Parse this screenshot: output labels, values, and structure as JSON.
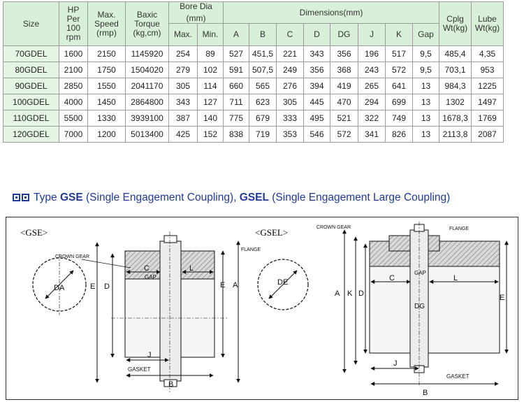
{
  "table": {
    "headers": {
      "size": "Size",
      "hp_lines": [
        "HP",
        "Per",
        "100",
        "rpm"
      ],
      "speed_lines": [
        "Max.",
        "Speed",
        "(rmp)"
      ],
      "torque_lines": [
        "Baxic",
        "Torque",
        "(kg,cm)"
      ],
      "bore_lines": [
        "Bore Dia",
        "(mm)"
      ],
      "dimensions": "Dimensions(mm)",
      "cplg_lines": [
        "Cplg",
        "Wt(kg)"
      ],
      "lube_lines": [
        "Lube",
        "Wt(kg)"
      ],
      "sub": [
        "Max.",
        "Min.",
        "A",
        "B",
        "C",
        "D",
        "DG",
        "J",
        "K",
        "Gap"
      ]
    },
    "rows": [
      [
        "70GDEL",
        "1600",
        "2150",
        "1145920",
        "254",
        "89",
        "527",
        "451,5",
        "221",
        "343",
        "356",
        "196",
        "517",
        "9,5",
        "485,4",
        "4,35"
      ],
      [
        "80GDEL",
        "2100",
        "1750",
        "1504020",
        "279",
        "102",
        "591",
        "507,5",
        "249",
        "356",
        "368",
        "243",
        "572",
        "9,5",
        "703,1",
        "953"
      ],
      [
        "90GDEL",
        "2850",
        "1550",
        "2041170",
        "305",
        "114",
        "660",
        "565",
        "276",
        "394",
        "419",
        "265",
        "641",
        "13",
        "984,3",
        "1225"
      ],
      [
        "100GDEL",
        "4000",
        "1450",
        "2864800",
        "343",
        "127",
        "711",
        "623",
        "305",
        "445",
        "470",
        "294",
        "699",
        "13",
        "1302",
        "1497"
      ],
      [
        "110GDEL",
        "5500",
        "1330",
        "3939100",
        "387",
        "140",
        "775",
        "679",
        "333",
        "495",
        "521",
        "322",
        "749",
        "13",
        "1678,3",
        "1769"
      ],
      [
        "120GDEL",
        "7000",
        "1200",
        "5013400",
        "425",
        "152",
        "838",
        "719",
        "353",
        "546",
        "572",
        "341",
        "826",
        "13",
        "2113,8",
        "2087"
      ]
    ]
  },
  "heading": {
    "prefix": "Type",
    "gse": "GSE",
    "gse_desc": "(Single Engagement Coupling),",
    "gsel": "GSEL",
    "gsel_desc": "(Single Engagement Large Coupling)"
  },
  "drawing": {
    "gse_title": "<GSE>",
    "gsel_title": "<GSEL>",
    "crown_gear": "CROWN GEAR",
    "flange": "FLANGE",
    "gap": "GAP",
    "gasket": "GASKET",
    "dims": {
      "A": "A",
      "B": "B",
      "C": "C",
      "D": "D",
      "E": "E",
      "J": "J",
      "K": "K",
      "L": "L",
      "DA": "DA",
      "DE": "DE",
      "DG": "DG"
    }
  },
  "colors": {
    "header_bg": "#d8f0d8",
    "size_bg": "#e4f5e4",
    "grid": "#9c9c9c",
    "heading": "#1f3a9a"
  }
}
